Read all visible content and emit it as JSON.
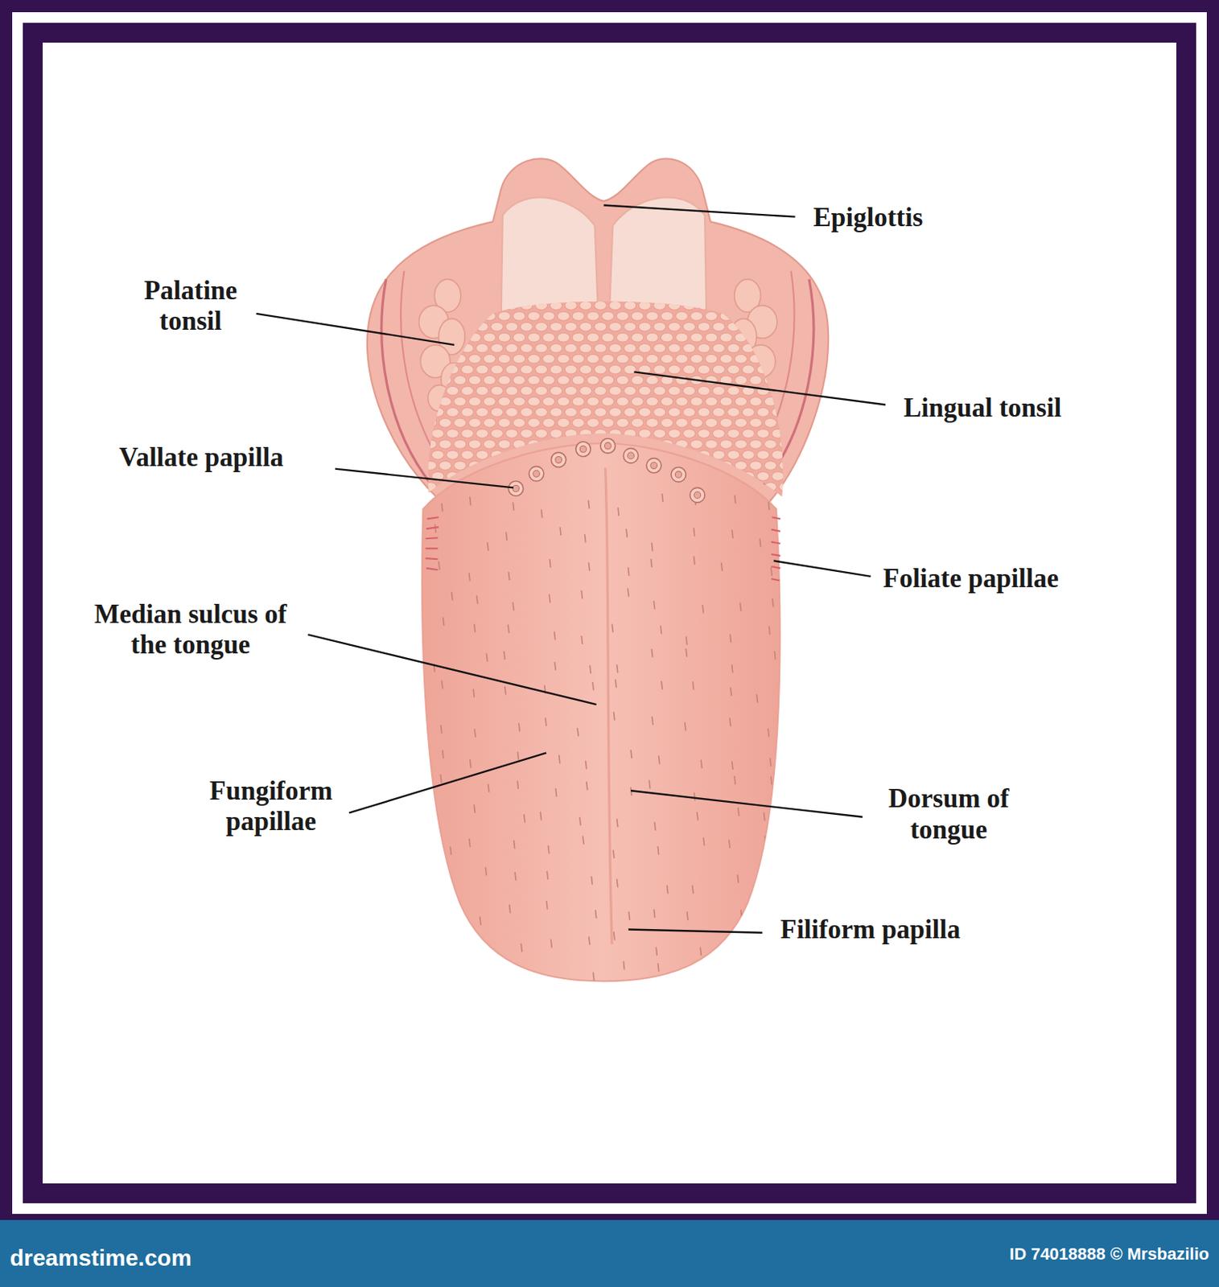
{
  "diagram": {
    "labels": [
      "Epiglottis",
      "Palatine tonsil",
      "Lingual tonsil",
      "Vallate papilla",
      "Foliate papillae",
      "Median sulcus of the tongue",
      "Fungiform papillae",
      "Dorsum of tongue",
      "Filiform papilla",
      "dreamstime.com",
      "ID 74018888 © Mrsbazilio"
    ]
  }
}
